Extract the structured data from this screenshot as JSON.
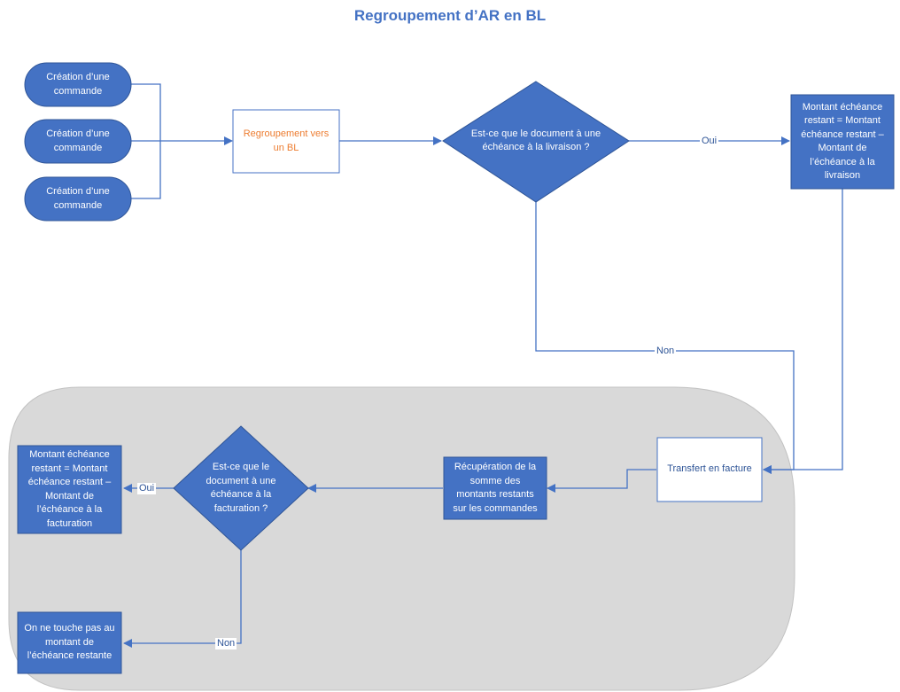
{
  "title": "Regroupement d’AR en BL",
  "nodes": {
    "commande1": "Création d’une commande",
    "commande2": "Création d’une commande",
    "commande3": "Création d’une commande",
    "regroupement": "Regroupement vers un BL",
    "decision_livraison": "Est-ce que le document à une échéance à la livraison ?",
    "montant_livraison": "Montant échéance restant = Montant échéance restant – Montant de l’échéance à la livraison",
    "transfert": "Transfert en facture",
    "recuperation": "Récupération de la somme des montants restants sur les commandes",
    "decision_facturation": "Est-ce que le document à une échéance à la facturation ?",
    "montant_facturation": "Montant échéance restant = Montant échéance restant – Montant de l’échéance à la facturation",
    "ne_touche_pas": "On ne touche pas au montant de l’échéance restante"
  },
  "edges": {
    "oui_livraison": "Oui",
    "non_livraison": "Non",
    "oui_facturation": "Oui",
    "non_facturation": "Non"
  },
  "colors": {
    "fill": "#4472c4",
    "stroke": "#2f5597",
    "title": "#4472c4",
    "orange_text": "#ed7d31",
    "group_bg": "#d9d9d9"
  }
}
